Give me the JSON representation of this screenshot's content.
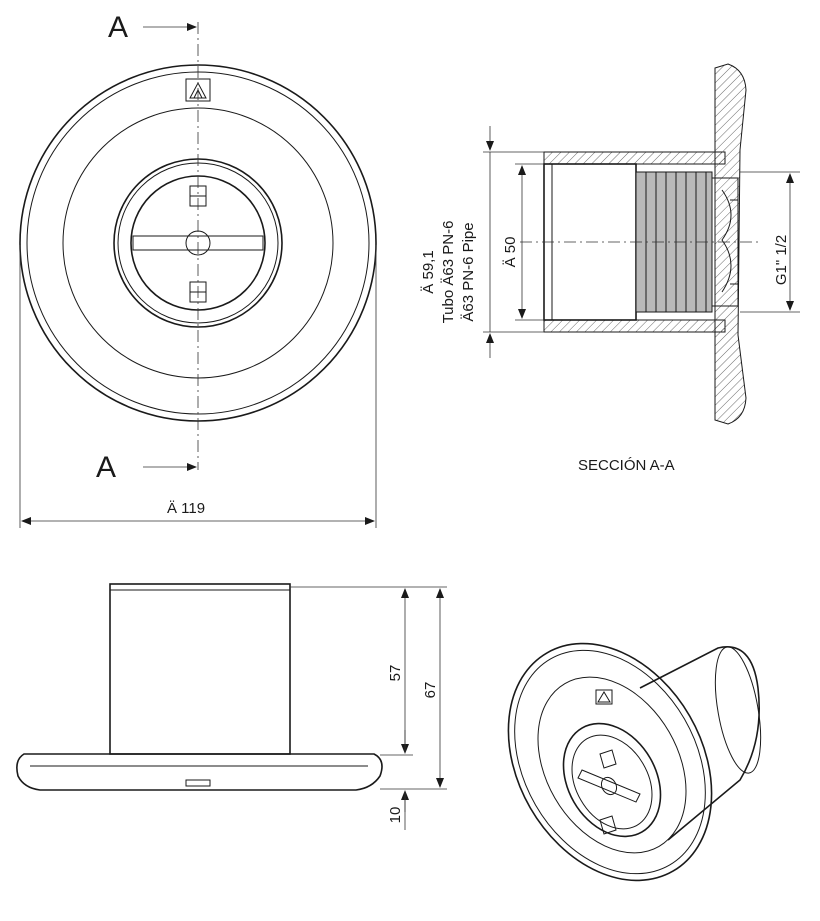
{
  "section_marks": {
    "top_label": "A",
    "bottom_label": "A"
  },
  "dimensions": {
    "outer_diameter": "Ä  119",
    "pipe_diameter_line1": "Ä  59,1",
    "pipe_diameter_line2": "Tubo Ä63 PN-6",
    "pipe_diameter_line3": "Ä63 PN-6 Pipe",
    "inner_diameter": "Ä  50",
    "thread": "G1\" 1/2",
    "body_height": "57",
    "total_height": "67",
    "flange_thickness": "10"
  },
  "section_title": "SECCIÓN A-A"
}
